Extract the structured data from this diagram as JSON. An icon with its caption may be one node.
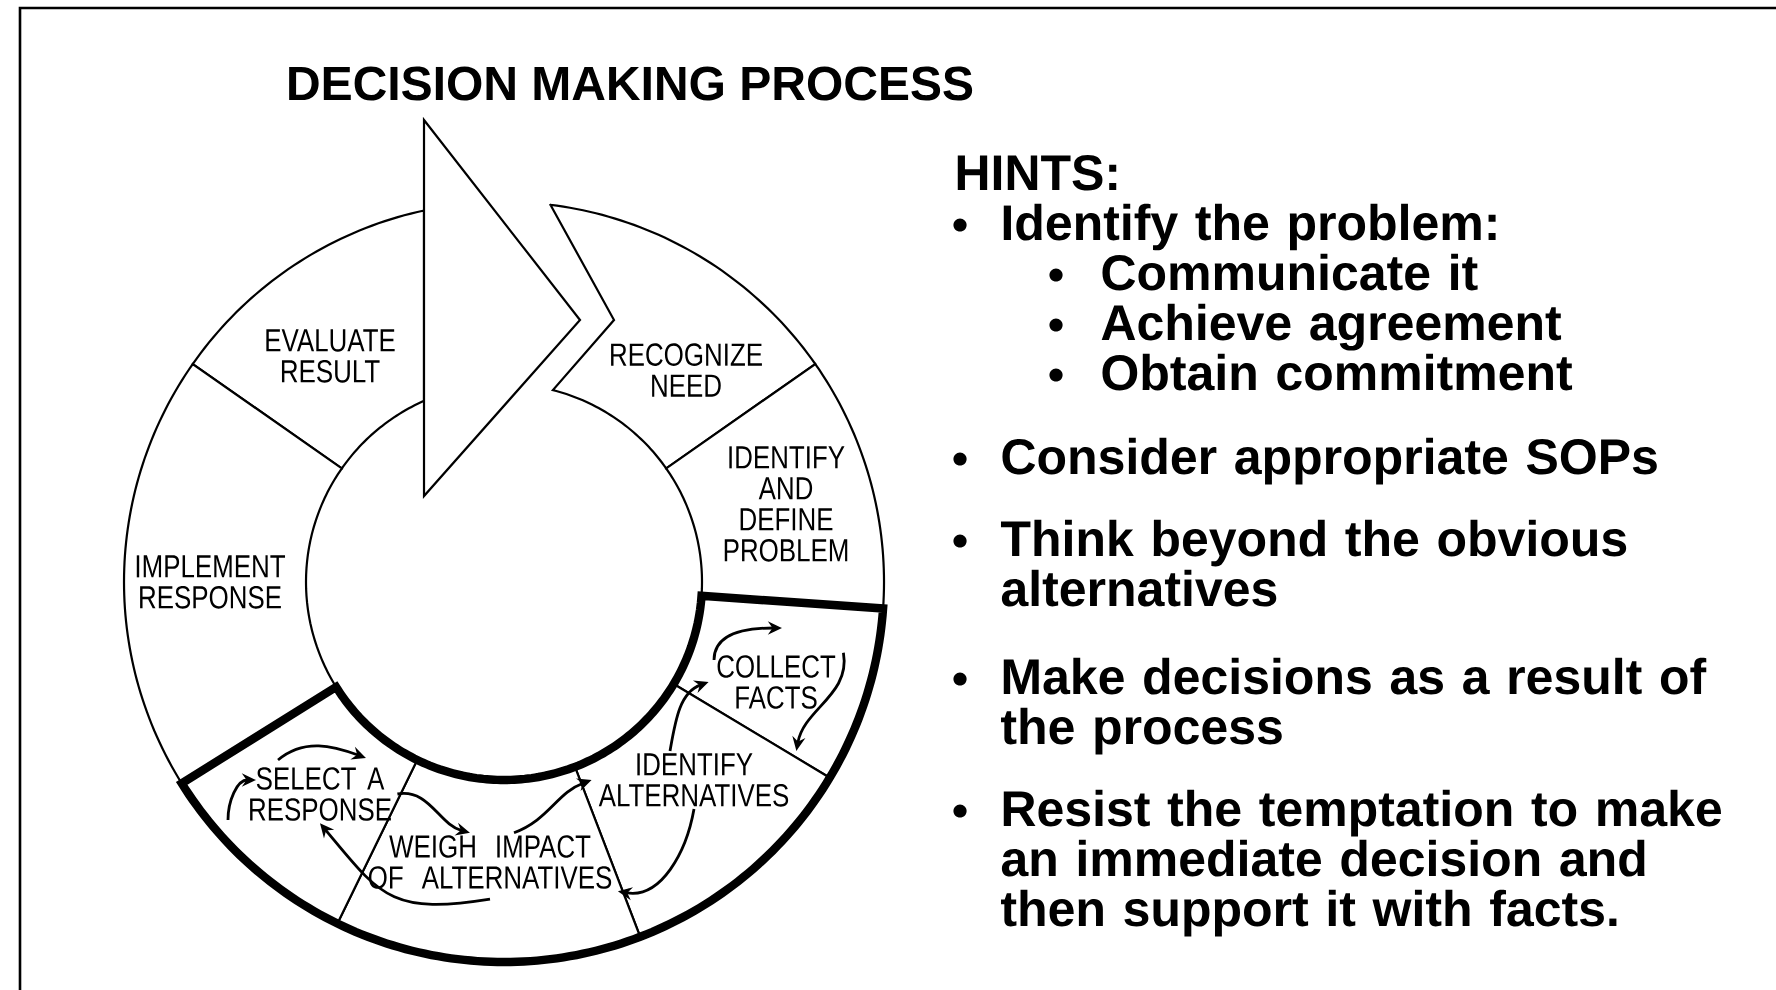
{
  "diagram": {
    "title": "DECISION MAKING PROCESS",
    "nodes": [
      {
        "text": [
          "EVALUATE RESULT"
        ]
      },
      {
        "text": [
          "RECOGNIZE NEED"
        ]
      },
      {
        "text": [
          "IDENTIFY AND DEFINE PROBLEM"
        ]
      },
      {
        "text": [
          "COLLECT FACTS"
        ]
      },
      {
        "text": [
          "IDENTIFY ALTERNATIVES"
        ]
      },
      {
        "text": [
          "WEIGH IMPACT OF ALTERNATIVES"
        ]
      },
      {
        "text": [
          "SELECT A RESPONSE"
        ]
      },
      {
        "text": [
          "IMPLEMENT RESPONSE"
        ]
      }
    ],
    "edges": [
      {
        "from": 0,
        "to": 1,
        "arrow": "to",
        "style": "thick"
      },
      {
        "from": 6,
        "to": 5,
        "arrow": "to"
      },
      {
        "from": 5,
        "to": 4,
        "arrow": "to"
      },
      {
        "from": 4,
        "to": 3,
        "arrow": "to"
      },
      {
        "from": 3,
        "to": 4,
        "arrow": "to"
      },
      {
        "from": 4,
        "to": 5,
        "arrow": "to"
      },
      {
        "from": 5,
        "to": 6,
        "arrow": "to"
      }
    ],
    "labels": [
      "HINTS:",
      "Identify the problem:",
      "Communicate it",
      "Achieve agreement",
      "Obtain commitment",
      "Consider appropriate SOPs",
      "Think beyond the obvious alternatives",
      "Make decisions as a result of the process",
      "Resist the temptation to make an immediate decision and then support it with facts."
    ]
  }
}
